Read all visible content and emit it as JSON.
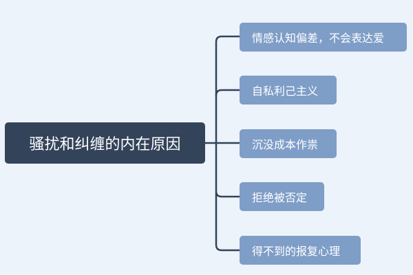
{
  "root": {
    "label": "骚扰和纠缠的内在原因"
  },
  "children": [
    {
      "label": "情感认知偏差，不会表达爱"
    },
    {
      "label": "自私利己主义"
    },
    {
      "label": "沉没成本作祟"
    },
    {
      "label": "拒绝被否定"
    },
    {
      "label": "得不到的报复心理"
    }
  ],
  "colors": {
    "background": "#edf3fa",
    "root": "#33435a",
    "child": "#7e9dc7",
    "connector": "#33435a"
  }
}
